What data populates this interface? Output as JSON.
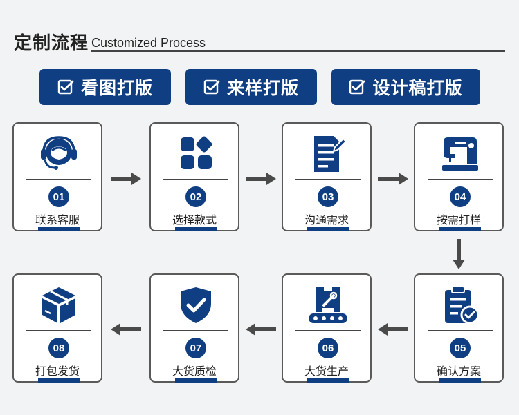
{
  "header": {
    "title_zh": "定制流程",
    "title_en": "Customized Process"
  },
  "badges": [
    "看图打版",
    "来样打版",
    "设计稿打版"
  ],
  "steps": [
    {
      "num": "01",
      "label": "联系客服"
    },
    {
      "num": "02",
      "label": "选择款式"
    },
    {
      "num": "03",
      "label": "沟通需求"
    },
    {
      "num": "04",
      "label": "按需打样"
    },
    {
      "num": "05",
      "label": "确认方案"
    },
    {
      "num": "06",
      "label": "大货生产"
    },
    {
      "num": "07",
      "label": "大货质检"
    },
    {
      "num": "08",
      "label": "打包发货"
    }
  ],
  "colors": {
    "accent": "#0f3e82",
    "background": "#f2f3f4",
    "arrow": "#4a4a4a"
  }
}
